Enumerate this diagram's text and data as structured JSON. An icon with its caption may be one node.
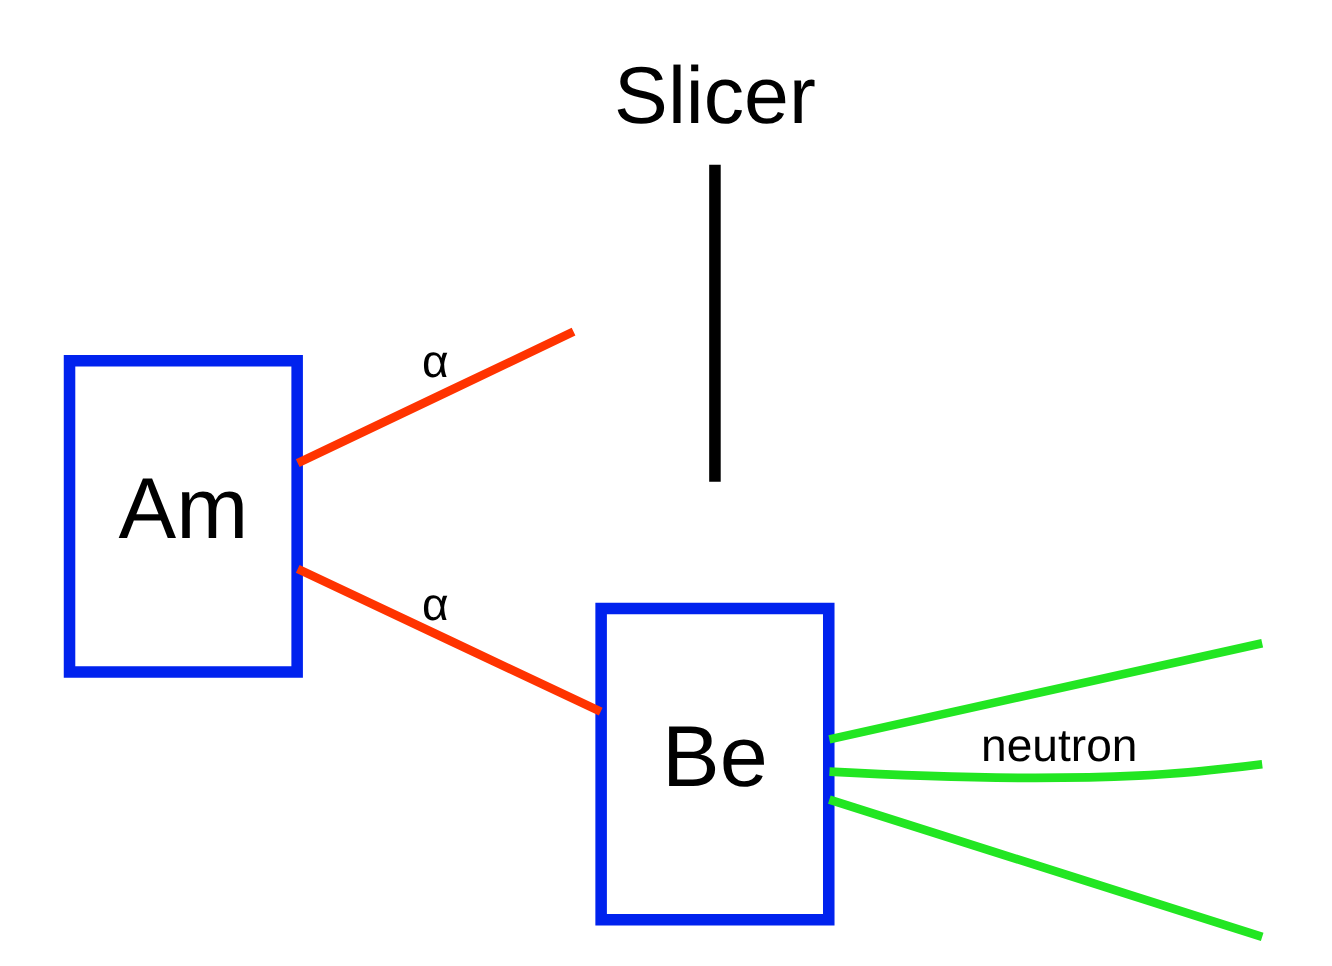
{
  "diagram": {
    "nodes": [
      {
        "text": [
          "Am"
        ]
      },
      {
        "text": [
          "Slicer"
        ]
      },
      {
        "text": [
          "Be"
        ]
      }
    ],
    "edges": [
      {
        "from": 0,
        "to": 1,
        "arrow": "none",
        "label": "α",
        "color": "#ff3300"
      },
      {
        "from": 0,
        "to": 2,
        "arrow": "none",
        "label": "α",
        "color": "#ff3300"
      },
      {
        "from": 2,
        "to": null,
        "arrow": "none",
        "color": "#22e622"
      },
      {
        "from": 2,
        "to": null,
        "arrow": "none",
        "label": "neutron",
        "color": "#22e622"
      },
      {
        "from": 2,
        "to": null,
        "arrow": "none",
        "color": "#22e622"
      }
    ]
  }
}
